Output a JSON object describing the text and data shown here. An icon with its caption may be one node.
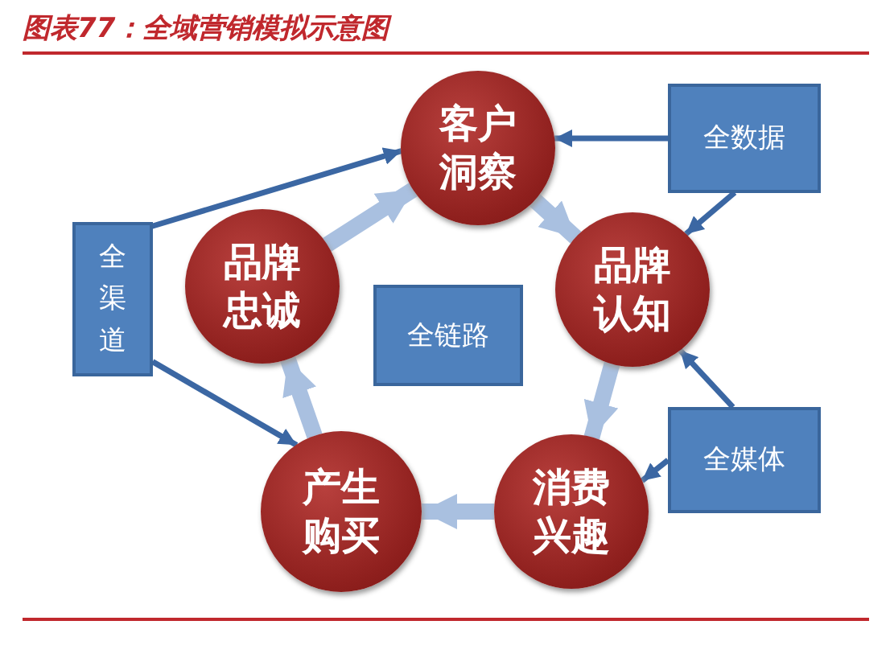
{
  "diagram": {
    "title": "图表77：全域营销模拟示意图",
    "nodes": [
      {
        "text": [
          "客户洞察"
        ]
      },
      {
        "text": [
          "品牌认知"
        ]
      },
      {
        "text": [
          "消费兴趣"
        ]
      },
      {
        "text": [
          "产生购买"
        ]
      },
      {
        "text": [
          "品牌忠诚"
        ]
      },
      {
        "text": [
          "全链路"
        ]
      },
      {
        "text": [
          "全数据"
        ]
      },
      {
        "text": [
          "全媒体"
        ]
      },
      {
        "text": [
          "全渠道"
        ]
      }
    ],
    "edges": [
      {
        "from": 0,
        "to": 1,
        "arrow": "to",
        "style": "thick",
        "color": "#a9c0e0"
      },
      {
        "from": 1,
        "to": 2,
        "arrow": "to",
        "style": "thick",
        "color": "#a9c0e0"
      },
      {
        "from": 2,
        "to": 3,
        "arrow": "to",
        "style": "thick",
        "color": "#a9c0e0"
      },
      {
        "from": 3,
        "to": 4,
        "arrow": "to",
        "style": "thick",
        "color": "#a9c0e0"
      },
      {
        "from": 4,
        "to": 0,
        "arrow": "to",
        "style": "thick",
        "color": "#a9c0e0"
      },
      {
        "from": 8,
        "to": 0,
        "arrow": "to"
      },
      {
        "from": 8,
        "to": 3,
        "arrow": "to"
      },
      {
        "from": 6,
        "to": 0,
        "arrow": "to"
      },
      {
        "from": 6,
        "to": 1,
        "arrow": "to"
      },
      {
        "from": 7,
        "to": 1,
        "arrow": "to"
      },
      {
        "from": 7,
        "to": 2,
        "arrow": "to"
      }
    ]
  }
}
